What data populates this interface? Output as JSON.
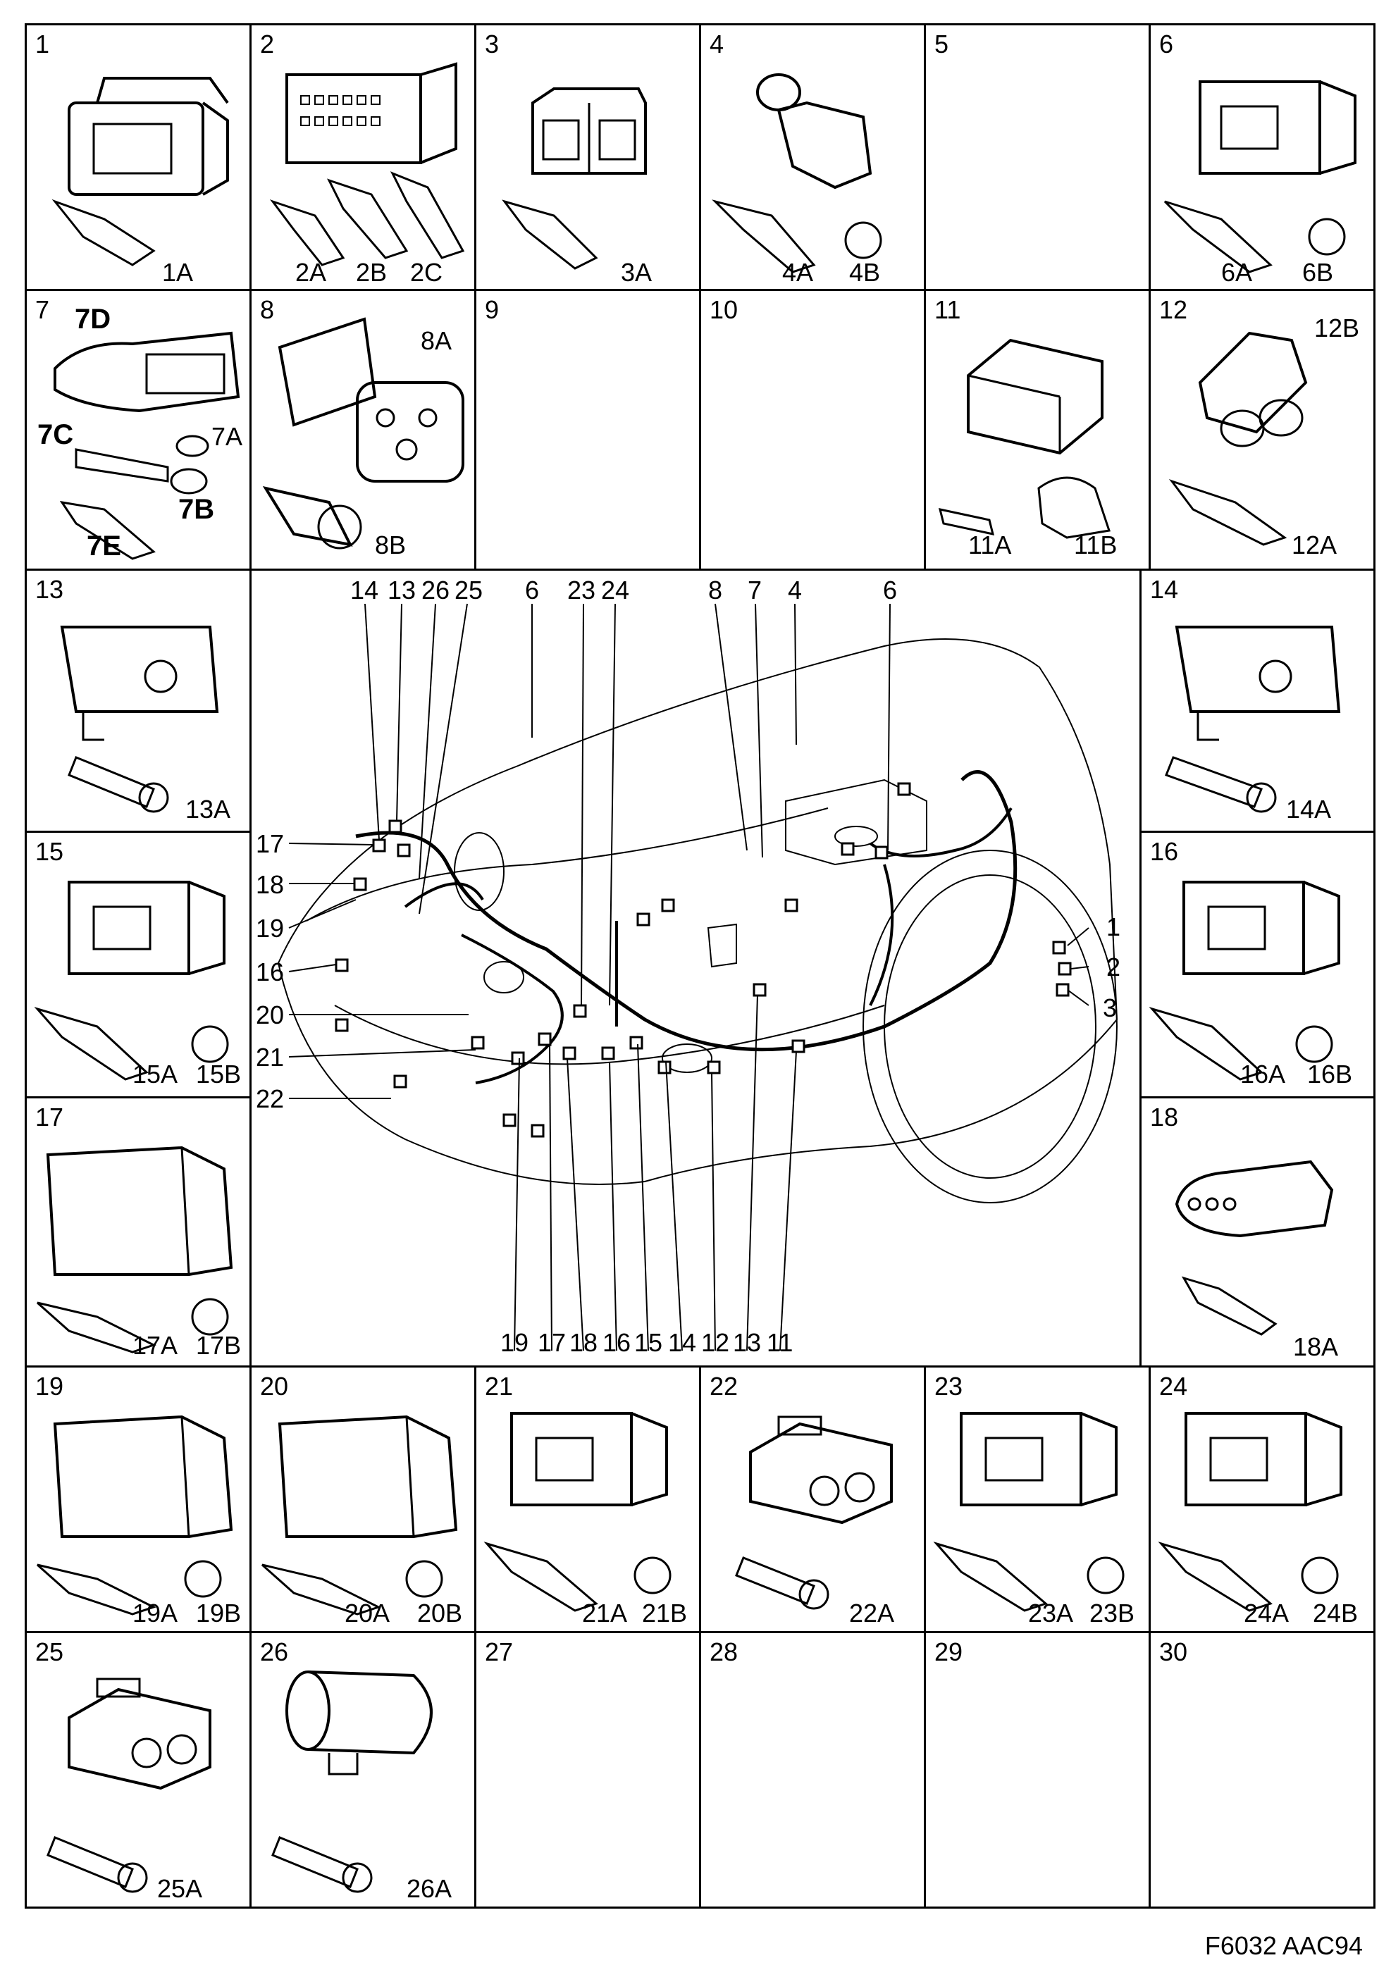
{
  "cells": [
    {
      "n": "1",
      "labels": [
        "1A"
      ]
    },
    {
      "n": "2",
      "labels": [
        "2A",
        "2B",
        "2C"
      ]
    },
    {
      "n": "3",
      "labels": [
        "3A"
      ]
    },
    {
      "n": "4",
      "labels": [
        "4A",
        "4B"
      ]
    },
    {
      "n": "5",
      "labels": []
    },
    {
      "n": "6",
      "labels": [
        "6A",
        "6B"
      ]
    },
    {
      "n": "7",
      "labels": [
        "7D",
        "7C",
        "7A",
        "7B",
        "7E"
      ]
    },
    {
      "n": "8",
      "labels": [
        "8A",
        "8B"
      ]
    },
    {
      "n": "9",
      "labels": []
    },
    {
      "n": "10",
      "labels": []
    },
    {
      "n": "11",
      "labels": [
        "11A",
        "11B"
      ]
    },
    {
      "n": "12",
      "labels": [
        "12B",
        "12A"
      ]
    },
    {
      "n": "13",
      "labels": [
        "13A"
      ]
    },
    {
      "n": "14",
      "labels": [
        "14A"
      ]
    },
    {
      "n": "15",
      "labels": [
        "15A",
        "15B"
      ]
    },
    {
      "n": "16",
      "labels": [
        "16A",
        "16B"
      ]
    },
    {
      "n": "17",
      "labels": [
        "17A",
        "17B"
      ]
    },
    {
      "n": "18",
      "labels": [
        "18A"
      ]
    },
    {
      "n": "19",
      "labels": [
        "19A",
        "19B"
      ]
    },
    {
      "n": "20",
      "labels": [
        "20A",
        "20B"
      ]
    },
    {
      "n": "21",
      "labels": [
        "21A",
        "21B"
      ]
    },
    {
      "n": "22",
      "labels": [
        "22A"
      ]
    },
    {
      "n": "23",
      "labels": [
        "23A",
        "23B"
      ]
    },
    {
      "n": "24",
      "labels": [
        "24A",
        "24B"
      ]
    },
    {
      "n": "25",
      "labels": [
        "25A"
      ]
    },
    {
      "n": "26",
      "labels": [
        "26A"
      ]
    },
    {
      "n": "27",
      "labels": []
    },
    {
      "n": "28",
      "labels": []
    },
    {
      "n": "29",
      "labels": []
    },
    {
      "n": "30",
      "labels": []
    }
  ],
  "main": {
    "top_callouts": [
      "14",
      "13",
      "26",
      "25",
      "6",
      "23",
      "24",
      "8",
      "7",
      "4",
      "6"
    ],
    "left_callouts": [
      "17",
      "18",
      "19",
      "16",
      "20",
      "21",
      "22"
    ],
    "right_callouts": [
      "1",
      "2",
      "3"
    ],
    "bottom_callouts": [
      "19",
      "17",
      "18",
      "16",
      "15",
      "14",
      "12",
      "13",
      "11"
    ]
  },
  "footer": "F6032 AAC94"
}
